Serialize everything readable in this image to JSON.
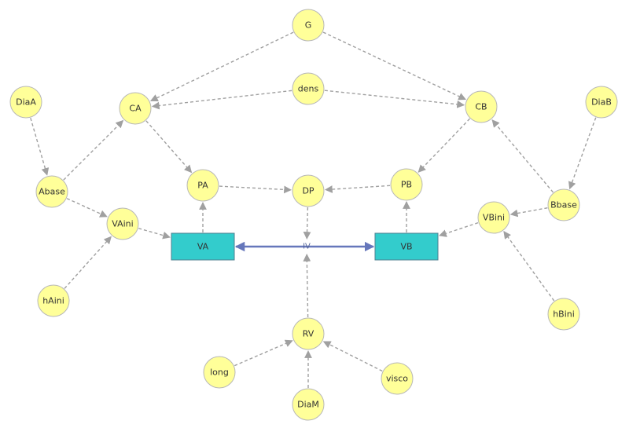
{
  "diagram": {
    "nodes": [
      {
        "id": "G",
        "label": "G"
      },
      {
        "id": "dens",
        "label": "dens"
      },
      {
        "id": "DiaA",
        "label": "DiaA"
      },
      {
        "id": "DiaB",
        "label": "DiaB"
      },
      {
        "id": "CA",
        "label": "CA"
      },
      {
        "id": "CB",
        "label": "CB"
      },
      {
        "id": "Abase",
        "label": "Abase"
      },
      {
        "id": "Bbase",
        "label": "Bbase"
      },
      {
        "id": "PA",
        "label": "PA"
      },
      {
        "id": "DP",
        "label": "DP"
      },
      {
        "id": "PB",
        "label": "PB"
      },
      {
        "id": "VAini",
        "label": "VAini"
      },
      {
        "id": "VBini",
        "label": "VBini"
      },
      {
        "id": "hAini",
        "label": "hAini"
      },
      {
        "id": "hBini",
        "label": "hBini"
      },
      {
        "id": "RV",
        "label": "RV"
      },
      {
        "id": "long",
        "label": "long"
      },
      {
        "id": "visco",
        "label": "visco"
      },
      {
        "id": "DiaM",
        "label": "DiaM"
      }
    ],
    "stocks": [
      {
        "id": "VA",
        "label": "VA"
      },
      {
        "id": "VB",
        "label": "VB"
      }
    ],
    "flow": {
      "id": "IV",
      "label": "IV",
      "from": "VB",
      "to": "VA",
      "bidirectional": true
    },
    "links": [
      {
        "from": "G",
        "to": "CA"
      },
      {
        "from": "G",
        "to": "CB"
      },
      {
        "from": "dens",
        "to": "CA"
      },
      {
        "from": "dens",
        "to": "CB"
      },
      {
        "from": "DiaA",
        "to": "Abase"
      },
      {
        "from": "Abase",
        "to": "CA"
      },
      {
        "from": "Abase",
        "to": "VAini"
      },
      {
        "from": "CA",
        "to": "PA"
      },
      {
        "from": "PA",
        "to": "DP"
      },
      {
        "from": "PB",
        "to": "DP"
      },
      {
        "from": "CB",
        "to": "PB"
      },
      {
        "from": "DiaB",
        "to": "Bbase"
      },
      {
        "from": "Bbase",
        "to": "CB"
      },
      {
        "from": "Bbase",
        "to": "VBini"
      },
      {
        "from": "VA",
        "to": "PA"
      },
      {
        "from": "VB",
        "to": "PB"
      },
      {
        "from": "VAini",
        "to": "VA"
      },
      {
        "from": "VBini",
        "to": "VB"
      },
      {
        "from": "hAini",
        "to": "VAini"
      },
      {
        "from": "hBini",
        "to": "VBini"
      },
      {
        "from": "DP",
        "to": "IV"
      },
      {
        "from": "RV",
        "to": "IV"
      },
      {
        "from": "long",
        "to": "RV"
      },
      {
        "from": "visco",
        "to": "RV"
      },
      {
        "from": "DiaM",
        "to": "RV"
      }
    ],
    "colors": {
      "node_fill": "#ffff99",
      "stock_fill": "#33cccc",
      "link": "#a0a0a0",
      "flow": "#6677bb"
    }
  }
}
